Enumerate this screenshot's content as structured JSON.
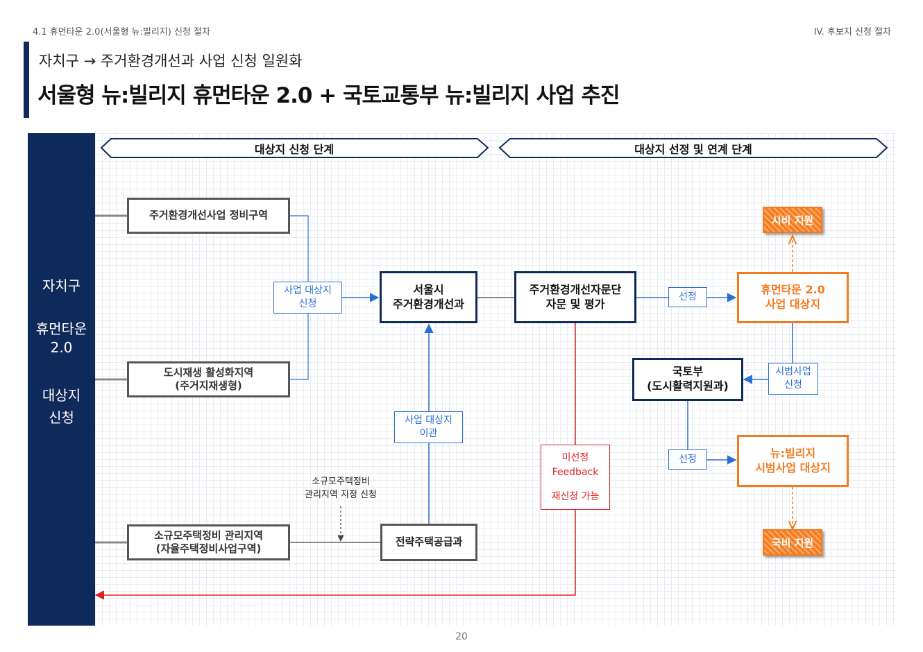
{
  "header": {
    "section_left": "4.1 휴먼타운 2.0(서울형 뉴:빌리지) 신청 절차",
    "section_right": "IV. 후보지 신청 절차",
    "subtitle": "자치구 → 주거환경개선과 사업 신청 일원화",
    "title": "서울형 뉴:빌리지 휴먼타운 2.0 + 국토교통부 뉴:빌리지 사업 추진"
  },
  "sidebar": {
    "line1": "자치구",
    "line2": "휴먼타운",
    "line3": "2.0",
    "line4": "대상지",
    "line5": "신청"
  },
  "phases": {
    "apply": "대상지 신청 단계",
    "select": "대상지 선정 및 연계 단계"
  },
  "boxes": {
    "zone1": "주거환경개선사업 정비구역",
    "zone2_l1": "도시재생 활성화지역",
    "zone2_l2": "(주거지재생형)",
    "zone3_l1": "소규모주택정비 관리지역",
    "zone3_l2": "(자율주택정비사업구역)",
    "seoul_l1": "서울시",
    "seoul_l2": "주거환경개선과",
    "committee_l1": "주거환경개선자문단",
    "committee_l2": "자문 및 평가",
    "strategy": "전략주택공급과",
    "ministry_l1": "국토부",
    "ministry_l2": "(도시활력지원과)",
    "humantown_l1": "휴먼타운 2.0",
    "humantown_l2": "사업 대상지",
    "newvillage_l1": "뉴:빌리지",
    "newvillage_l2": "시범사업 대상지"
  },
  "labels": {
    "apply_l1": "사업 대상지",
    "apply_l2": "신청",
    "transfer_l1": "사업 대상지",
    "transfer_l2": "이관",
    "select1": "선정",
    "select2": "선정",
    "pilot_l1": "시범사업",
    "pilot_l2": "신청",
    "reject_l1": "미선정",
    "reject_l2": "Feedback",
    "reject_l3": "재신청 가능",
    "note_l1": "소규모주택정비",
    "note_l2": "관리지역 지정 신청"
  },
  "support": {
    "city": "시비 지원",
    "national": "국비 지원"
  },
  "colors": {
    "navy": "#0e2a5a",
    "orange": "#f47a20",
    "blue": "#2a6fd6",
    "red": "#e02020"
  },
  "page_number": "20"
}
